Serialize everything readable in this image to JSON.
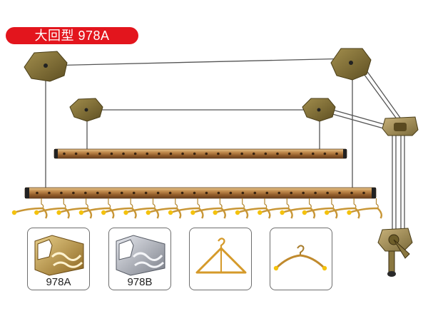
{
  "title": "大回型 978A",
  "products": [
    {
      "label": "978A",
      "profile_color": "#b8902f"
    },
    {
      "label": "978B",
      "profile_color": "#9ea2ab"
    },
    {
      "label": "",
      "icon": "wide-hanger-icon"
    },
    {
      "label": "",
      "icon": "slim-hanger-icon"
    }
  ],
  "colors": {
    "badge": "#e3151d",
    "rod": "#b07a3e",
    "ceiling_mount": "#7a6a30",
    "hanger": "#e2a52a",
    "cable": "#555555"
  }
}
